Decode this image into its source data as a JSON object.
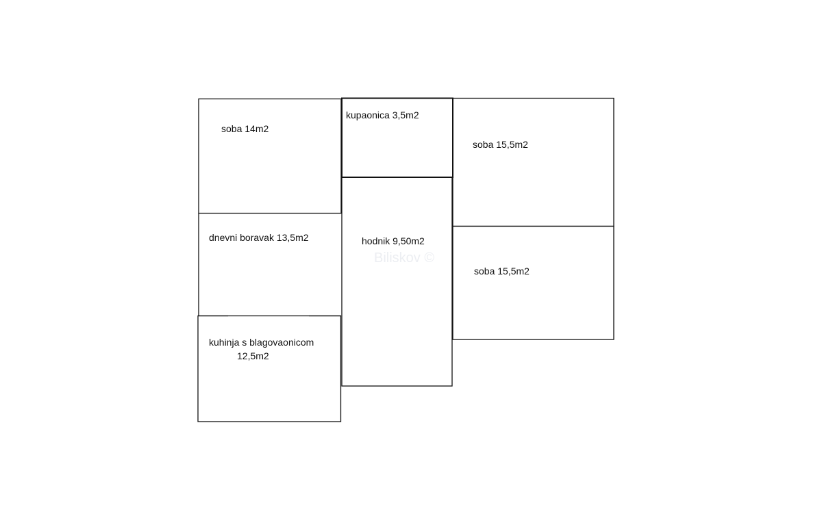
{
  "rooms": [
    {
      "name": "soba 14m2"
    },
    {
      "name": "kupaonica 3,5m2"
    },
    {
      "name": "soba 15,5m2"
    },
    {
      "name": "dnevni boravak 13,5m2"
    },
    {
      "name": "hodnik 9,50m2"
    },
    {
      "name": "soba 15,5m2"
    },
    {
      "name": "kuhinja s blagovaonicom",
      "area": "12,5m2"
    }
  ],
  "watermark": "Biliskov ©",
  "colors": {
    "wall": "#111111",
    "background": "#ffffff"
  }
}
